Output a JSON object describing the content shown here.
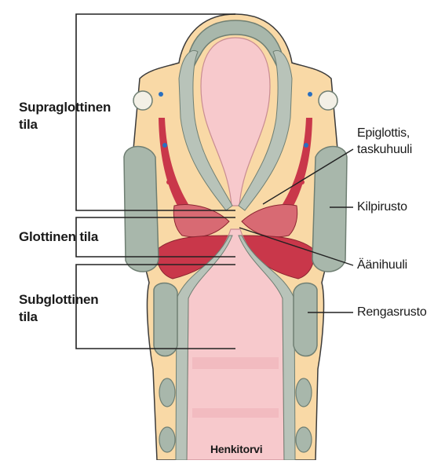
{
  "colors": {
    "fat": "#f9d9a6",
    "mucosa": "#f4b8bf",
    "lumen": "#f7c9cc",
    "cartilage": "#a8b7ab",
    "cartilage_edge": "#6f7f73",
    "muscle": "#c9374a",
    "outline": "#3b3b3b",
    "leader": "#222222"
  },
  "left_labels": {
    "supraglottic_line1": "Supraglottinen",
    "supraglottic_line2": "tila",
    "glottic": "Glottinen tila",
    "subglottic_line1": "Subglottinen",
    "subglottic_line2": "tila"
  },
  "right_labels": {
    "epiglottis_line1": "Epiglottis,",
    "epiglottis_line2": "taskuhuuli",
    "thyroid": "Kilpirusto",
    "vocal_fold": "Äänihuuli",
    "cricoid": "Rengasrusto"
  },
  "bottom_label": "Henkitorvi"
}
